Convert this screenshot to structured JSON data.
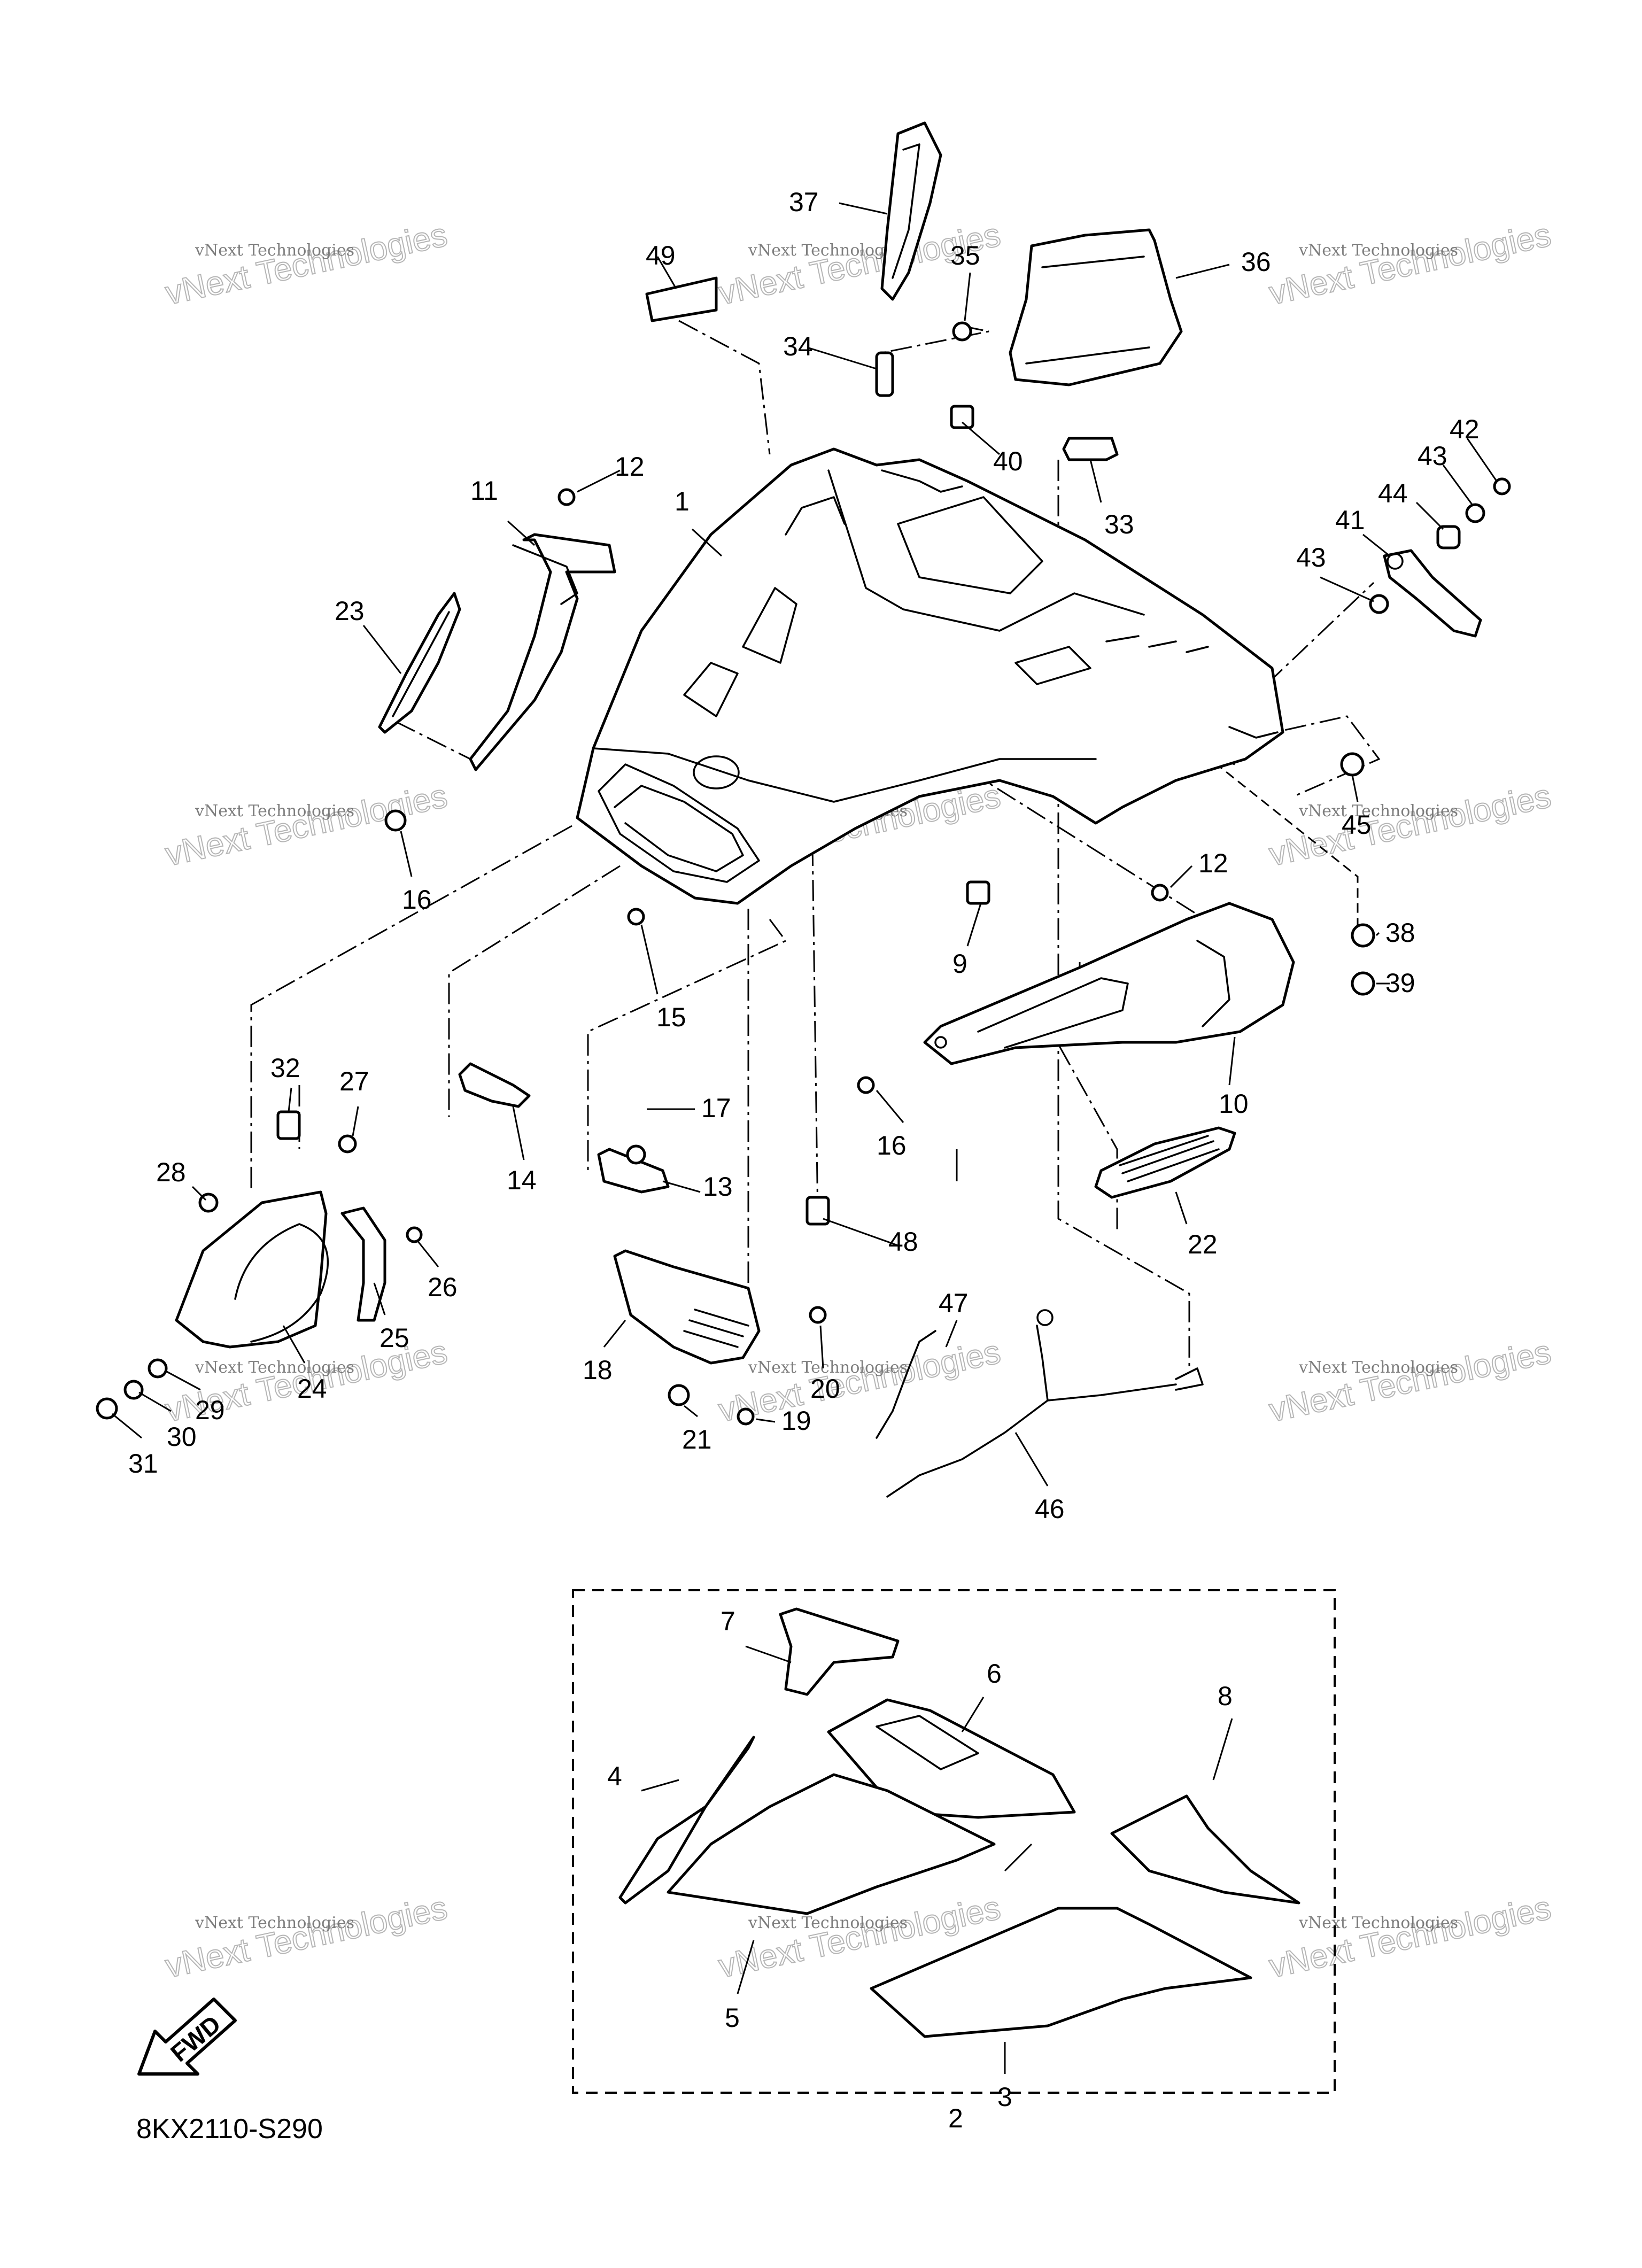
{
  "diagram_code": "8KX2110-S290",
  "fwd_label": "FWD",
  "watermark": {
    "small": "vNext Technologies",
    "large": "vNext Technologies"
  },
  "callouts": [
    {
      "id": "c1",
      "text": "1"
    },
    {
      "id": "c2",
      "text": "2"
    },
    {
      "id": "c3",
      "text": "3"
    },
    {
      "id": "c4",
      "text": "4"
    },
    {
      "id": "c5",
      "text": "5"
    },
    {
      "id": "c6",
      "text": "6"
    },
    {
      "id": "c7",
      "text": "7"
    },
    {
      "id": "c8",
      "text": "8"
    },
    {
      "id": "c9",
      "text": "9"
    },
    {
      "id": "c10",
      "text": "10"
    },
    {
      "id": "c11",
      "text": "11"
    },
    {
      "id": "c12a",
      "text": "12"
    },
    {
      "id": "c12b",
      "text": "12"
    },
    {
      "id": "c13",
      "text": "13"
    },
    {
      "id": "c14",
      "text": "14"
    },
    {
      "id": "c15",
      "text": "15"
    },
    {
      "id": "c16a",
      "text": "16"
    },
    {
      "id": "c16b",
      "text": "16"
    },
    {
      "id": "c17",
      "text": "17"
    },
    {
      "id": "c18",
      "text": "18"
    },
    {
      "id": "c19",
      "text": "19"
    },
    {
      "id": "c20",
      "text": "20"
    },
    {
      "id": "c21",
      "text": "21"
    },
    {
      "id": "c22",
      "text": "22"
    },
    {
      "id": "c23",
      "text": "23"
    },
    {
      "id": "c24",
      "text": "24"
    },
    {
      "id": "c25",
      "text": "25"
    },
    {
      "id": "c26",
      "text": "26"
    },
    {
      "id": "c27",
      "text": "27"
    },
    {
      "id": "c28",
      "text": "28"
    },
    {
      "id": "c29",
      "text": "29"
    },
    {
      "id": "c30",
      "text": "30"
    },
    {
      "id": "c31",
      "text": "31"
    },
    {
      "id": "c32",
      "text": "32"
    },
    {
      "id": "c33",
      "text": "33"
    },
    {
      "id": "c34",
      "text": "34"
    },
    {
      "id": "c35",
      "text": "35"
    },
    {
      "id": "c36",
      "text": "36"
    },
    {
      "id": "c37",
      "text": "37"
    },
    {
      "id": "c38",
      "text": "38"
    },
    {
      "id": "c39",
      "text": "39"
    },
    {
      "id": "c40",
      "text": "40"
    },
    {
      "id": "c41",
      "text": "41"
    },
    {
      "id": "c42",
      "text": "42"
    },
    {
      "id": "c43a",
      "text": "43"
    },
    {
      "id": "c43b",
      "text": "43"
    },
    {
      "id": "c44",
      "text": "44"
    },
    {
      "id": "c45",
      "text": "45"
    },
    {
      "id": "c46",
      "text": "46"
    },
    {
      "id": "c47",
      "text": "47"
    },
    {
      "id": "c48",
      "text": "48"
    },
    {
      "id": "c49",
      "text": "49"
    }
  ]
}
